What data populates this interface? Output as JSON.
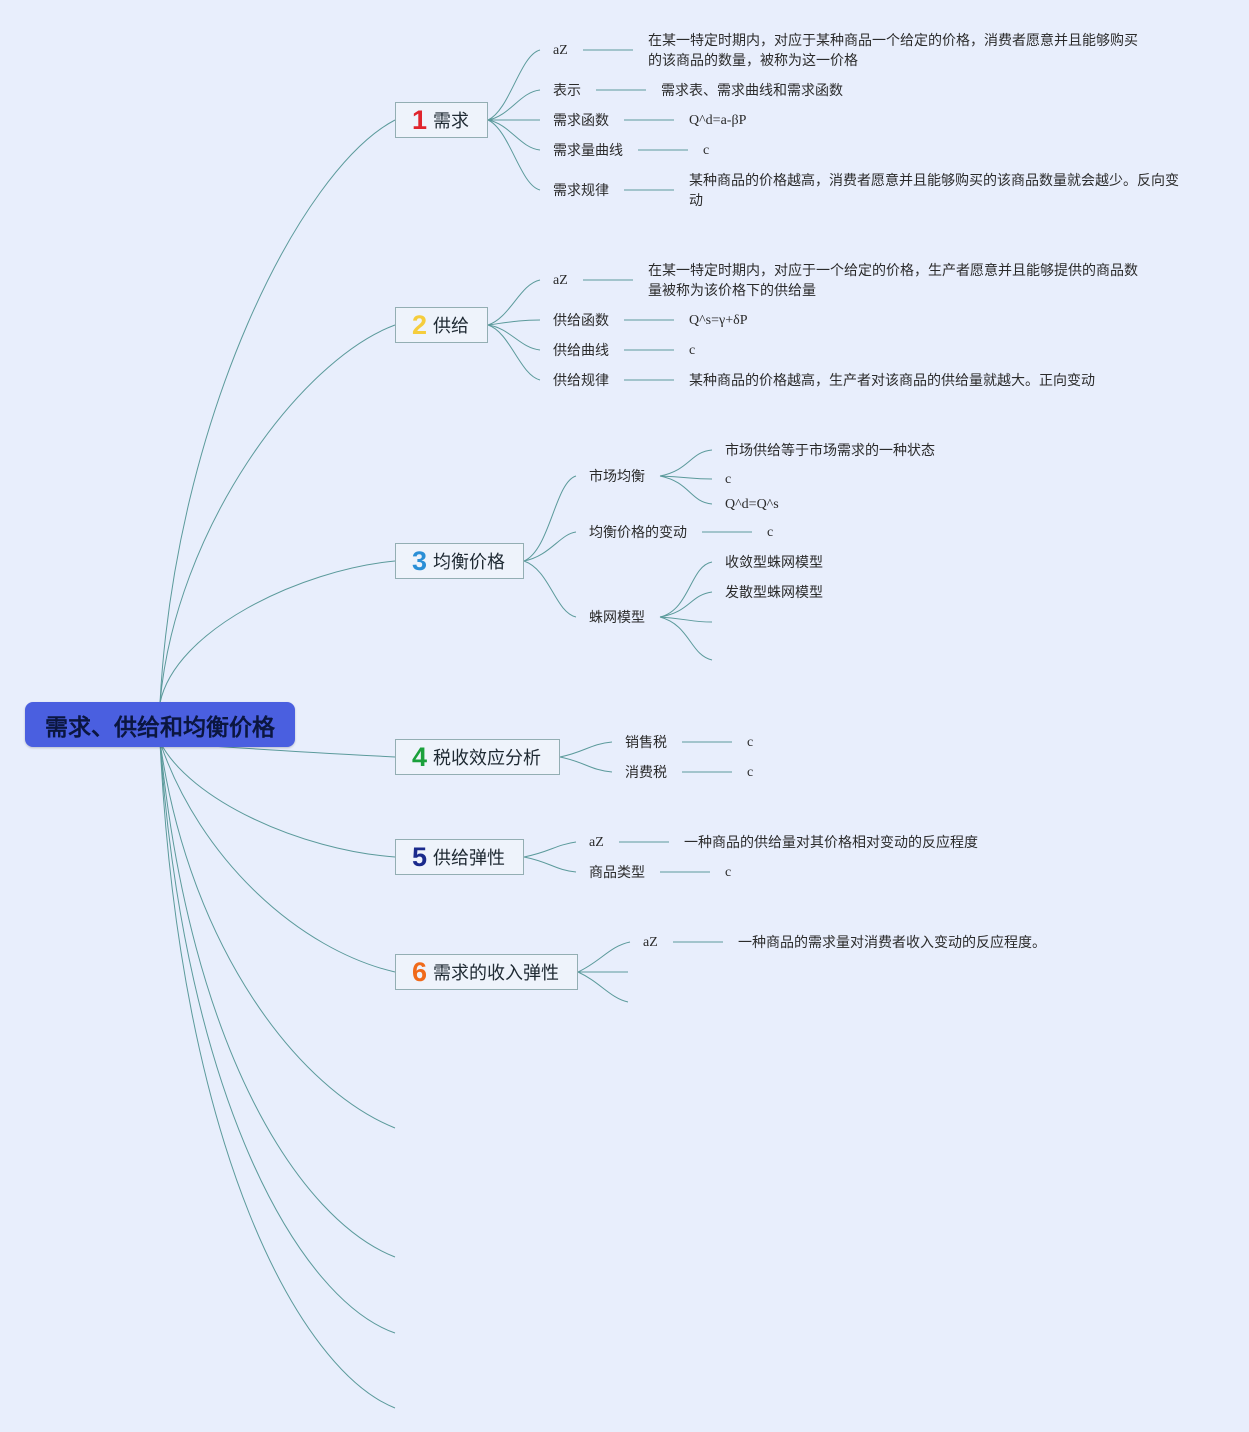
{
  "root": {
    "title": "需求、供给和均衡价格"
  },
  "branches": [
    {
      "num": "1",
      "title": "需求",
      "items": [
        {
          "label": "aZ",
          "value": "在某一特定时期内，对应于某种商品一个给定的价格，消费者愿意并且能够购买的该商品的数量，被称为这一价格"
        },
        {
          "label": "表示",
          "value": "需求表、需求曲线和需求函数"
        },
        {
          "label": "需求函数",
          "value": "Q^d=a-βP"
        },
        {
          "label": "需求量曲线",
          "value": "c"
        },
        {
          "label": "需求规律",
          "value": "某种商品的价格越高，消费者愿意并且能够购买的该商品数量就会越少。反向变动"
        }
      ]
    },
    {
      "num": "2",
      "title": "供给",
      "items": [
        {
          "label": "aZ",
          "value": "在某一特定时期内，对应于一个给定的价格，生产者愿意并且能够提供的商品数量被称为该价格下的供给量"
        },
        {
          "label": "供给函数",
          "value": "Q^s=γ+δP"
        },
        {
          "label": "供给曲线",
          "value": "c"
        },
        {
          "label": "供给规律",
          "value": "某种商品的价格越高，生产者对该商品的供给量就越大。正向变动"
        }
      ]
    },
    {
      "num": "3",
      "title": "均衡价格",
      "items": [
        {
          "label": "市场均衡",
          "children": [
            "市场供给等于市场需求的一种状态",
            "c",
            "Q^d=Q^s"
          ]
        },
        {
          "label": "均衡价格的变动",
          "value": "c"
        },
        {
          "label": "蛛网模型",
          "children": [
            "收敛型蛛网模型",
            "发散型蛛网模型",
            "",
            ""
          ]
        }
      ]
    },
    {
      "num": "4",
      "title": "税收效应分析",
      "items": [
        {
          "label": "销售税",
          "value": "c"
        },
        {
          "label": "消费税",
          "value": "c"
        }
      ]
    },
    {
      "num": "5",
      "title": "供给弹性",
      "items": [
        {
          "label": "aZ",
          "value": "一种商品的供给量对其价格相对变动的反应程度"
        },
        {
          "label": "商品类型",
          "value": "c"
        }
      ]
    },
    {
      "num": "6",
      "title": "需求的收入弹性",
      "items": [
        {
          "label": "aZ",
          "value": "一种商品的需求量对消费者收入变动的反应程度。"
        }
      ]
    }
  ],
  "colors": {
    "background": "#e8eefc",
    "root_fill": "#4a5fe0",
    "connector": "#5b9a9b",
    "num1": "#e0242c",
    "num2": "#f5cd3c",
    "num3": "#2a8fd6",
    "num4": "#1aa03b",
    "num5": "#1a2a8c",
    "num6": "#f06a1a"
  }
}
